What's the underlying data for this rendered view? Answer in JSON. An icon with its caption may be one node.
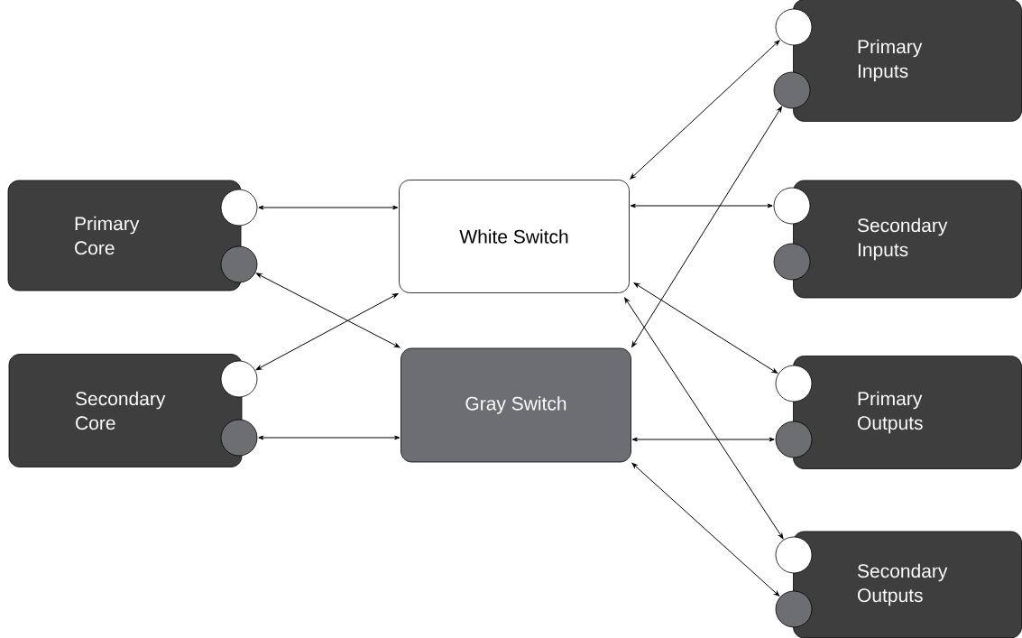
{
  "diagram": {
    "nodes": [
      {
        "text": [
          "Primary Core"
        ]
      },
      {
        "text": [],
        "shape": "circle"
      },
      {
        "text": [],
        "shape": "circle"
      },
      {
        "text": [
          "Secondary Core"
        ]
      },
      {
        "text": [],
        "shape": "circle"
      },
      {
        "text": [],
        "shape": "circle"
      },
      {
        "text": [
          "White Switch"
        ]
      },
      {
        "text": [
          "Gray Switch"
        ]
      },
      {
        "text": [
          "Primary Inputs"
        ]
      },
      {
        "text": [],
        "shape": "circle"
      },
      {
        "text": [],
        "shape": "circle"
      },
      {
        "text": [
          "Secondary Inputs"
        ]
      },
      {
        "text": [],
        "shape": "circle"
      },
      {
        "text": [],
        "shape": "circle"
      },
      {
        "text": [
          "Primary Outputs"
        ]
      },
      {
        "text": [],
        "shape": "circle"
      },
      {
        "text": [],
        "shape": "circle"
      },
      {
        "text": [
          "Secondary Outputs"
        ]
      },
      {
        "text": [],
        "shape": "circle"
      },
      {
        "text": [],
        "shape": "circle"
      }
    ],
    "edges": [
      {
        "from": 1,
        "to": 6,
        "arrow": "both"
      },
      {
        "from": 2,
        "to": 7,
        "arrow": "both"
      },
      {
        "from": 4,
        "to": 6,
        "arrow": "both"
      },
      {
        "from": 5,
        "to": 7,
        "arrow": "both"
      },
      {
        "from": 9,
        "to": 6,
        "arrow": "both"
      },
      {
        "from": 10,
        "to": 7,
        "arrow": "both"
      },
      {
        "from": 12,
        "to": 6,
        "arrow": "both"
      },
      {
        "from": 15,
        "to": 6,
        "arrow": "both"
      },
      {
        "from": 16,
        "to": 7,
        "arrow": "both"
      },
      {
        "from": 18,
        "to": 6,
        "arrow": "both"
      },
      {
        "from": 19,
        "to": 7,
        "arrow": "both"
      }
    ]
  }
}
